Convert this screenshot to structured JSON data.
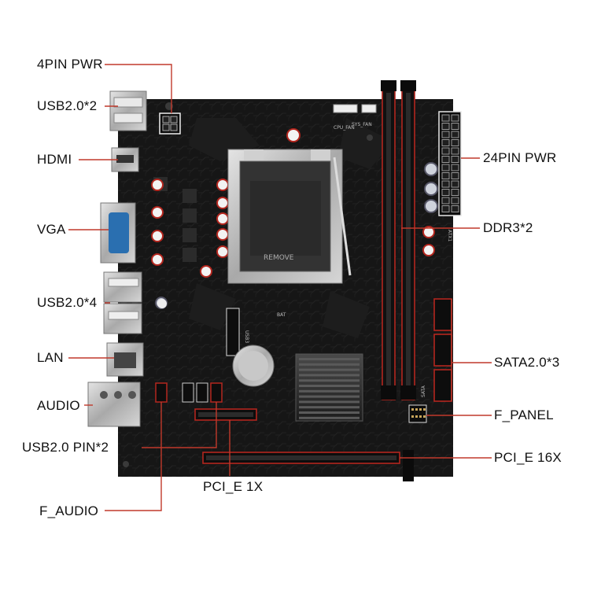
{
  "board": {
    "socket_marking": "REMOVE",
    "fan_labels": [
      "CPU_FAN",
      "SYS_FAN"
    ],
    "power_connector_marking": "ATX1",
    "sata_marking": "SATA",
    "usb_marking": "USB3",
    "battery_marking": "BAT"
  },
  "callouts": [
    {
      "id": "pwr4",
      "label": "4PIN PWR"
    },
    {
      "id": "usb2x2",
      "label": "USB2.0*2"
    },
    {
      "id": "hdmi",
      "label": "HDMI"
    },
    {
      "id": "vga",
      "label": "VGA"
    },
    {
      "id": "usb2x4",
      "label": "USB2.0*4"
    },
    {
      "id": "lan",
      "label": "LAN"
    },
    {
      "id": "audio",
      "label": "AUDIO"
    },
    {
      "id": "usbpin",
      "label": "USB2.0 PIN*2"
    },
    {
      "id": "faudio",
      "label": "F_AUDIO"
    },
    {
      "id": "pcie1",
      "label": "PCI_E 1X"
    },
    {
      "id": "pwr24",
      "label": "24PIN PWR"
    },
    {
      "id": "ddr3",
      "label": "DDR3*2"
    },
    {
      "id": "sata",
      "label": "SATA2.0*3"
    },
    {
      "id": "fpanel",
      "label": "F_PANEL"
    },
    {
      "id": "pcie16",
      "label": "PCI_E 16X"
    }
  ],
  "colors": {
    "pcb": "#161616",
    "pcb_trace": "#262626",
    "leader_line": "#c0392b",
    "label_text": "#111111",
    "red_accent": "#b3261e",
    "metal": "#b8b8b8",
    "gold": "#8a6d3b"
  }
}
